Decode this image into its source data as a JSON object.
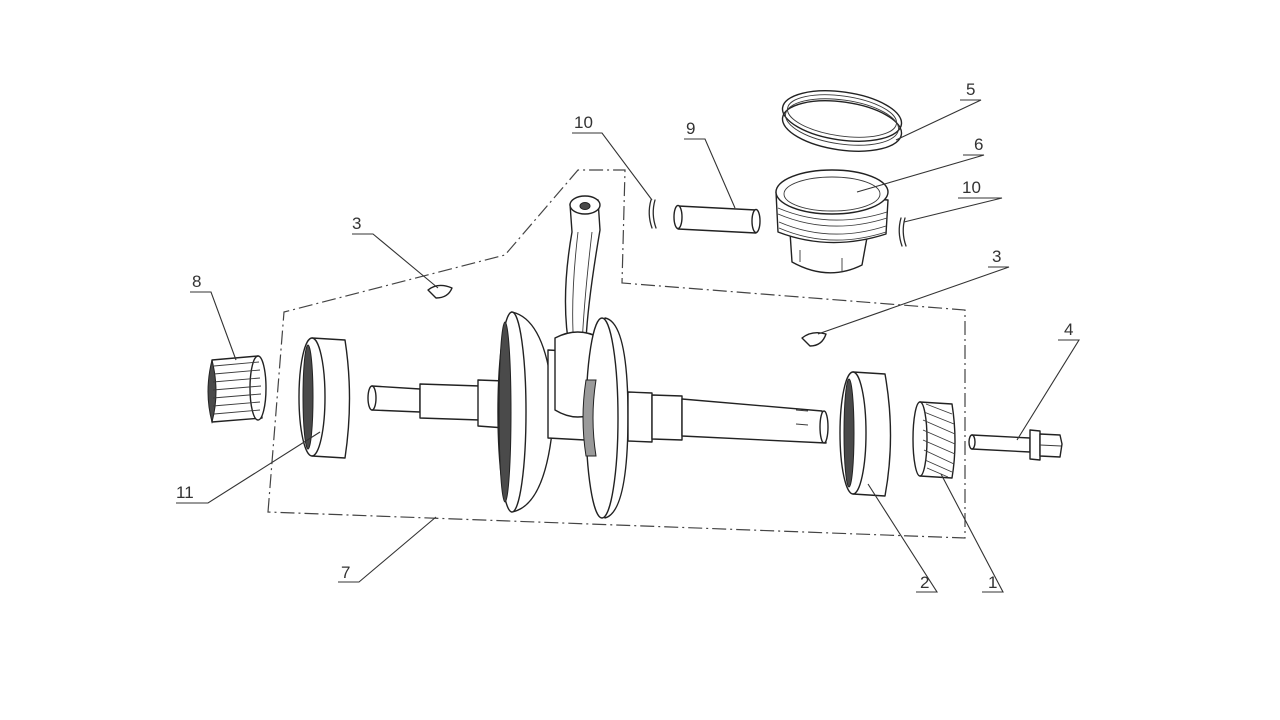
{
  "colors": {
    "line": "#2b2b2b",
    "background": "#ffffff",
    "shade": "#4a4a4a"
  },
  "labels": {
    "l1": "1",
    "l2": "2",
    "l3a": "3",
    "l3b": "3",
    "l4": "4",
    "l5": "5",
    "l6": "6",
    "l7": "7",
    "l8": "8",
    "l9": "9",
    "l10a": "10",
    "l10b": "10",
    "l11": "11"
  }
}
